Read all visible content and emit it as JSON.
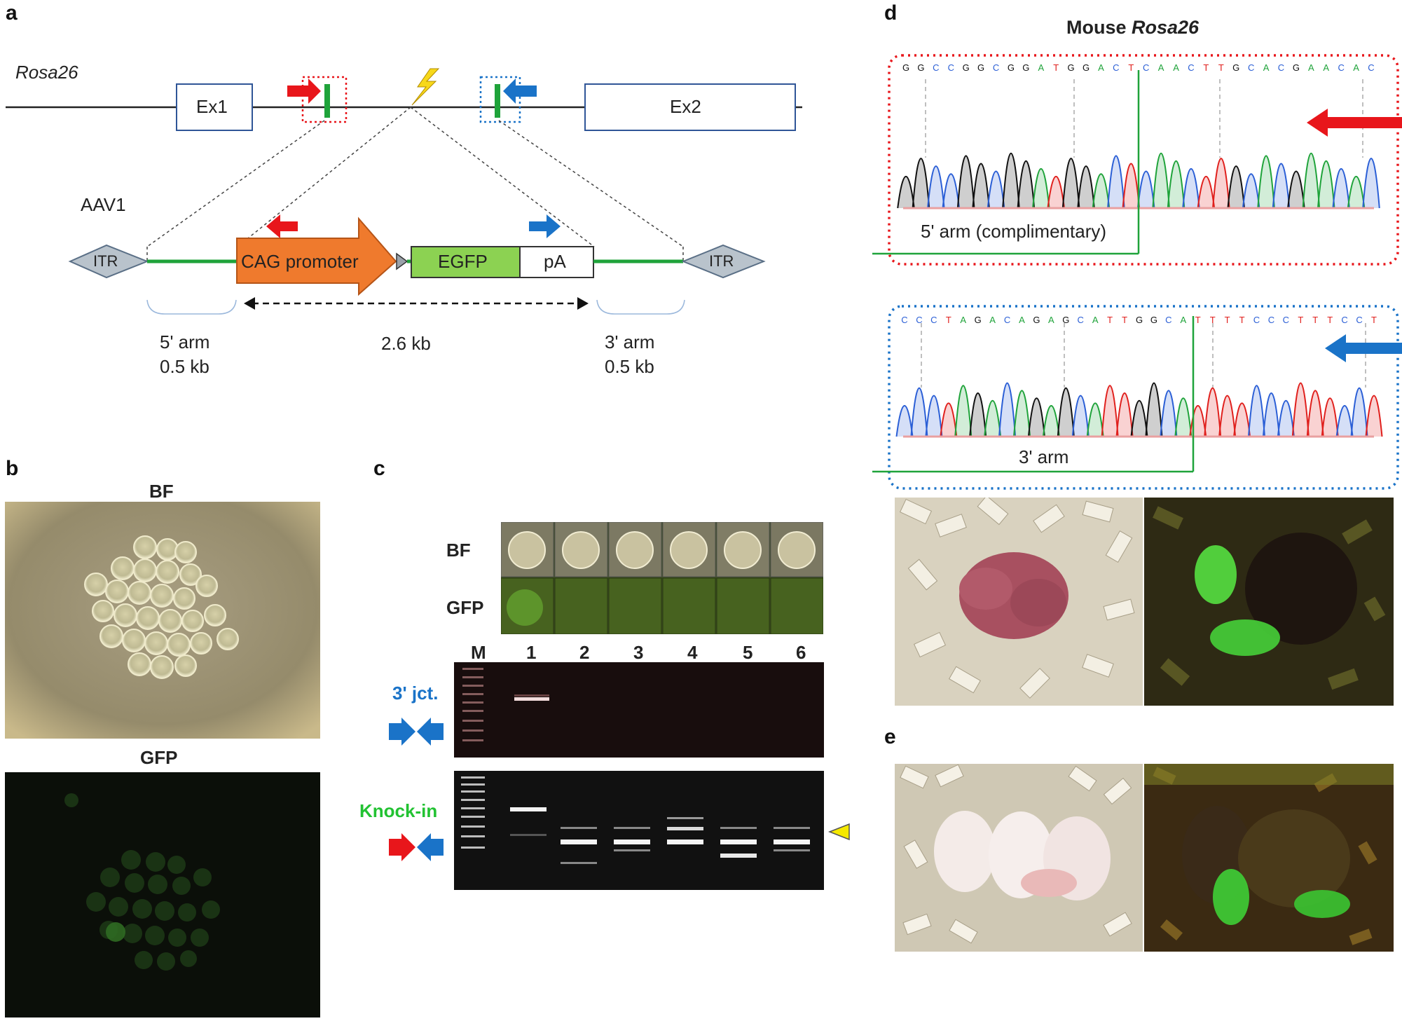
{
  "panels": {
    "a": "a",
    "b": "b",
    "c": "c",
    "d": "d",
    "e": "e"
  },
  "panel_a": {
    "locus": "Rosa26",
    "exon1": "Ex1",
    "exon2": "Ex2",
    "vector": "AAV1",
    "itr_left": "ITR",
    "itr_right": "ITR",
    "promoter": "CAG promoter",
    "reporter": "EGFP",
    "polya": "pA",
    "arm5_name": "5' arm",
    "arm5_size": "0.5 kb",
    "insert_size": "2.6 kb",
    "arm3_name": "3' arm",
    "arm3_size": "0.5 kb",
    "colors": {
      "red_primer": "#e8161b",
      "blue_primer": "#1a73c8",
      "homology_arm": "#1fa33a",
      "promoter": "#ef7a2d",
      "egfp": "#8cd252",
      "itr": "#b9c3cc"
    }
  },
  "panel_b": {
    "top_title": "BF",
    "bottom_title": "GFP"
  },
  "panel_c": {
    "row_bf": "BF",
    "row_gfp": "GFP",
    "lanes": [
      "M",
      "1",
      "2",
      "3",
      "4",
      "5",
      "6"
    ],
    "gel1_label": "3' jct.",
    "gel2_label": "Knock-in"
  },
  "panel_d": {
    "title_prefix": "Mouse ",
    "title_gene": "Rosa26",
    "seq1": [
      "G",
      "G",
      "C",
      "C",
      "G",
      "G",
      "C",
      "G",
      "G",
      "A",
      "T",
      "G",
      "G",
      "A",
      "C",
      "T",
      "C",
      "A",
      "A",
      "C",
      "T",
      "T",
      "G",
      "C",
      "A",
      "C",
      "G",
      "A",
      "A",
      "C",
      "A",
      "C"
    ],
    "seq1_caption": "5' arm (complimentary)",
    "seq2": [
      "C",
      "C",
      "C",
      "T",
      "A",
      "G",
      "A",
      "C",
      "A",
      "G",
      "A",
      "G",
      "C",
      "A",
      "T",
      "T",
      "G",
      "G",
      "C",
      "A",
      "T",
      "T",
      "T",
      "T",
      "C",
      "C",
      "C",
      "T",
      "T",
      "T",
      "C",
      "C",
      "T"
    ],
    "seq2_caption": "3' arm"
  }
}
